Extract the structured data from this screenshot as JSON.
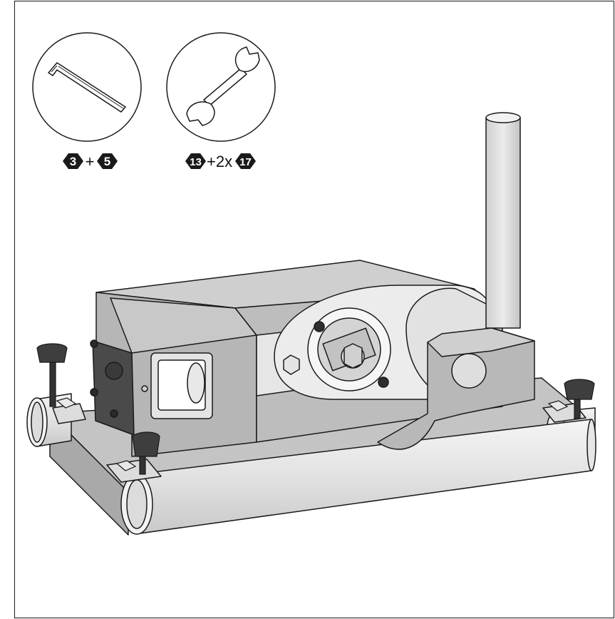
{
  "tools": [
    {
      "icon": "hex-key-icon",
      "sizes": [
        "3",
        "5"
      ],
      "joiners": [
        "+"
      ]
    },
    {
      "icon": "open-end-wrench-icon",
      "sizes": [
        "13",
        "17"
      ],
      "joiners": [
        "+2x"
      ]
    }
  ],
  "colors": {
    "line": "#1a1a1a",
    "housing": "#b8b8b8",
    "housing_light": "#d8d8d8",
    "housing_dark": "#9a9a9a",
    "dark_part": "#4a4a4a",
    "hex_badge": "#1a1a1a",
    "tube": "#e2e2e2"
  }
}
